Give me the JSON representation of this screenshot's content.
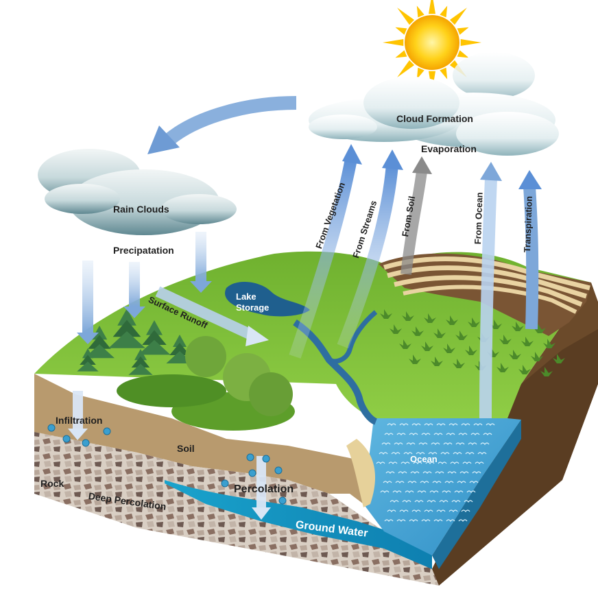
{
  "labels": {
    "cloud_formation": "Cloud Formation",
    "evaporation": "Evaporation",
    "rain_clouds": "Rain Clouds",
    "precipitation": "Precipatation",
    "from_vegetation": "From Vegetation",
    "from_streams": "From Streams",
    "from_soil": "From Soil",
    "from_ocean": "From Ocean",
    "transpiration": "Transpiration",
    "lake_storage_line1": "Lake",
    "lake_storage_line2": "Storage",
    "surface_runoff": "Surface Runoff",
    "infiltration": "Infiltration",
    "soil": "Soil",
    "percolation": "Percolation",
    "rock": "Rock",
    "deep_percolation": "Deep Percolation",
    "ocean": "Ocean",
    "ground_water": "Ground Water"
  },
  "colors": {
    "sky_arrow": "#7da7d9",
    "grass": "#7cbf3a",
    "soil": "#b89a6e",
    "ground_water": "#1a9bc7",
    "ocean": "#3fa9d6",
    "sun": "#ffcc00"
  }
}
